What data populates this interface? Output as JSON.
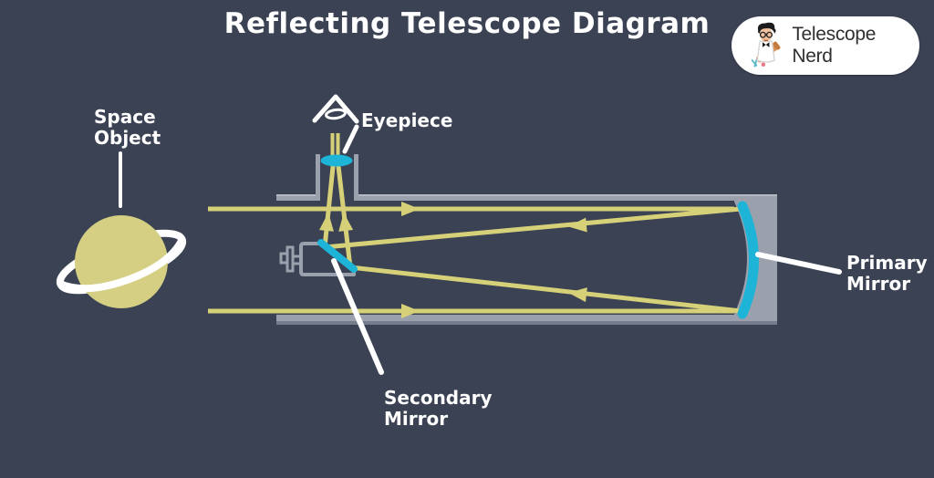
{
  "title": "Reflecting Telescope Diagram",
  "logo": {
    "text": "Telescope Nerd"
  },
  "labels": {
    "space_object": "Space\nObject",
    "eyepiece": "Eyepiece",
    "primary_mirror": "Primary\nMirror",
    "secondary_mirror": "Secondary\nMirror"
  },
  "icons": {
    "eye_icon": "stylized observer eye above eyepiece",
    "planet_icon": "ringed planet (space object)",
    "logo_character_icon": "cartoon nerd holding telescope"
  },
  "colors": {
    "background": "#3b4254",
    "tube": "#9aa0ac",
    "tube_highlight": "#b6bac4",
    "tube_shadow": "#767c8c",
    "ray": "#d6d179",
    "mirror": "#1eb4d8",
    "planet": "#d4cf82",
    "ring": "#ffffff",
    "label": "#ffffff",
    "pointer": "#ffffff",
    "logo_bg": "#ffffff",
    "logo_text": "#303030"
  }
}
